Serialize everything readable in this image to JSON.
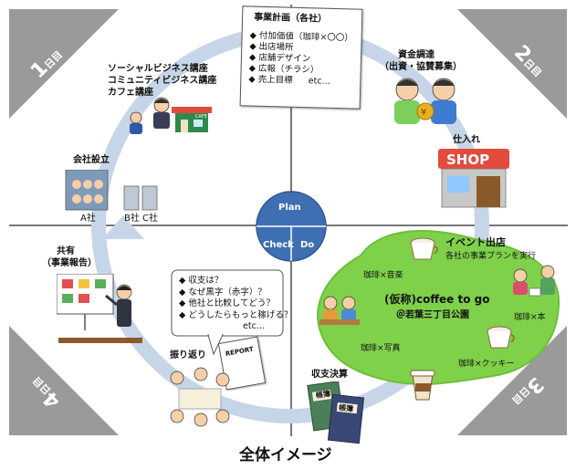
{
  "corner_labels": [
    {
      "num": "1",
      "unit": "日目"
    },
    {
      "num": "2",
      "unit": "日目"
    },
    {
      "num": "3",
      "unit": "日目"
    },
    {
      "num": "4",
      "unit": "日目"
    }
  ],
  "center": {
    "top": "Plan",
    "left": "Check",
    "right": "Do"
  },
  "business_plan": {
    "title": "事業計画（各社）",
    "items": [
      "付加価値（珈琲×〇〇）",
      "出店場所",
      "店舗デザイン",
      "広報（チラシ）",
      "売上目標"
    ],
    "etc": "etc…"
  },
  "seminars": [
    "ソーシャルビジネス講座",
    "コミュニティビジネス講座",
    "カフェ講座"
  ],
  "company_setup": {
    "title": "会社設立",
    "a": "A社",
    "b": "B社",
    "c": "C社"
  },
  "funding": {
    "line1": "資金調達",
    "line2": "（出資・協賛募集）"
  },
  "purchasing": "仕入れ",
  "shop_sign": "SHOP",
  "event": {
    "title": "イベント出店",
    "subtitle": "各社の事業プランを実行",
    "name": "(仮称)coffee to go",
    "place": "＠若葉三丁目公園",
    "themes": [
      "珈琲×音楽",
      "珈琲×本",
      "珈琲×写真",
      "珈琲×クッキー"
    ]
  },
  "settlement": {
    "title": "収支決算",
    "book1": "帳簿",
    "book2": "帳簿"
  },
  "reflection": {
    "title": "振り返り",
    "bubble": [
      "収支は？",
      "なぜ黒字（赤字）？",
      "他社と比較してどう？",
      "どうしたらもっと稼げる？"
    ],
    "etc": "etc…",
    "report": "REPORT"
  },
  "sharing": {
    "line1": "共有",
    "line2": "（事業報告）"
  },
  "cafe_sign": "CAFE",
  "caption": "全体イメージ"
}
